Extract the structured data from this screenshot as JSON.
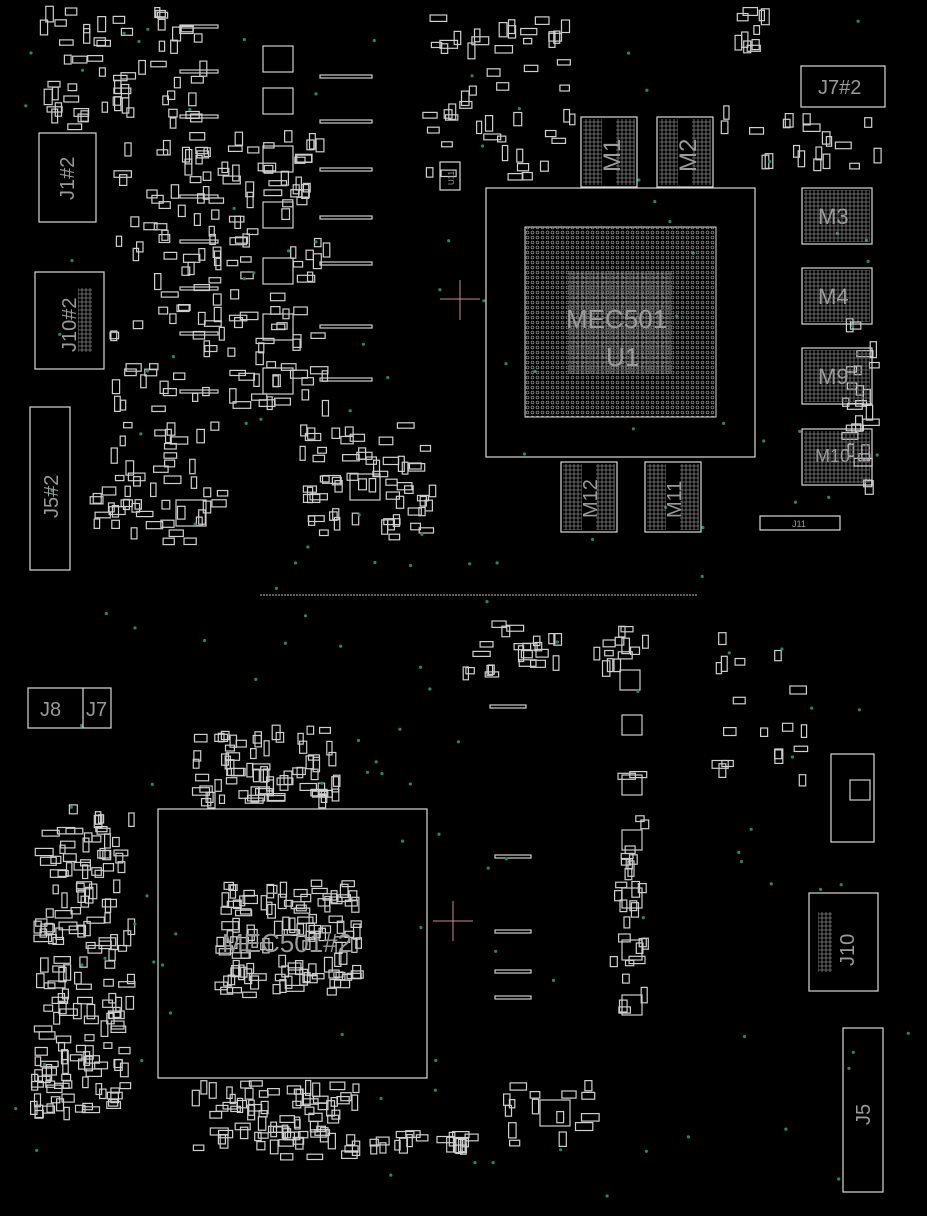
{
  "board": {
    "top_side": {
      "labels": {
        "j1": "J1#2",
        "j10": "J10#2",
        "j5": "J5#2",
        "m1": "M1",
        "m2": "M2",
        "m3": "M3",
        "m4": "M4",
        "m9": "M9",
        "m10": "M10",
        "m11": "M11",
        "m12": "M12",
        "cpu": "MEC501",
        "cpu_overlap": "U1",
        "j11": "J11",
        "j7": "J7#2",
        "u11": "U11"
      }
    },
    "bottom_side": {
      "labels": {
        "j8": "J8",
        "j7": "J7",
        "cpu": "MEC501#2",
        "j10": "J10",
        "j5": "J5"
      }
    },
    "colors": {
      "background": "#000000",
      "outline": "#d8d8d8",
      "label": "#9a9a9a",
      "testpoint": "#1f8a6a",
      "cursor": "#c98a9a"
    }
  }
}
